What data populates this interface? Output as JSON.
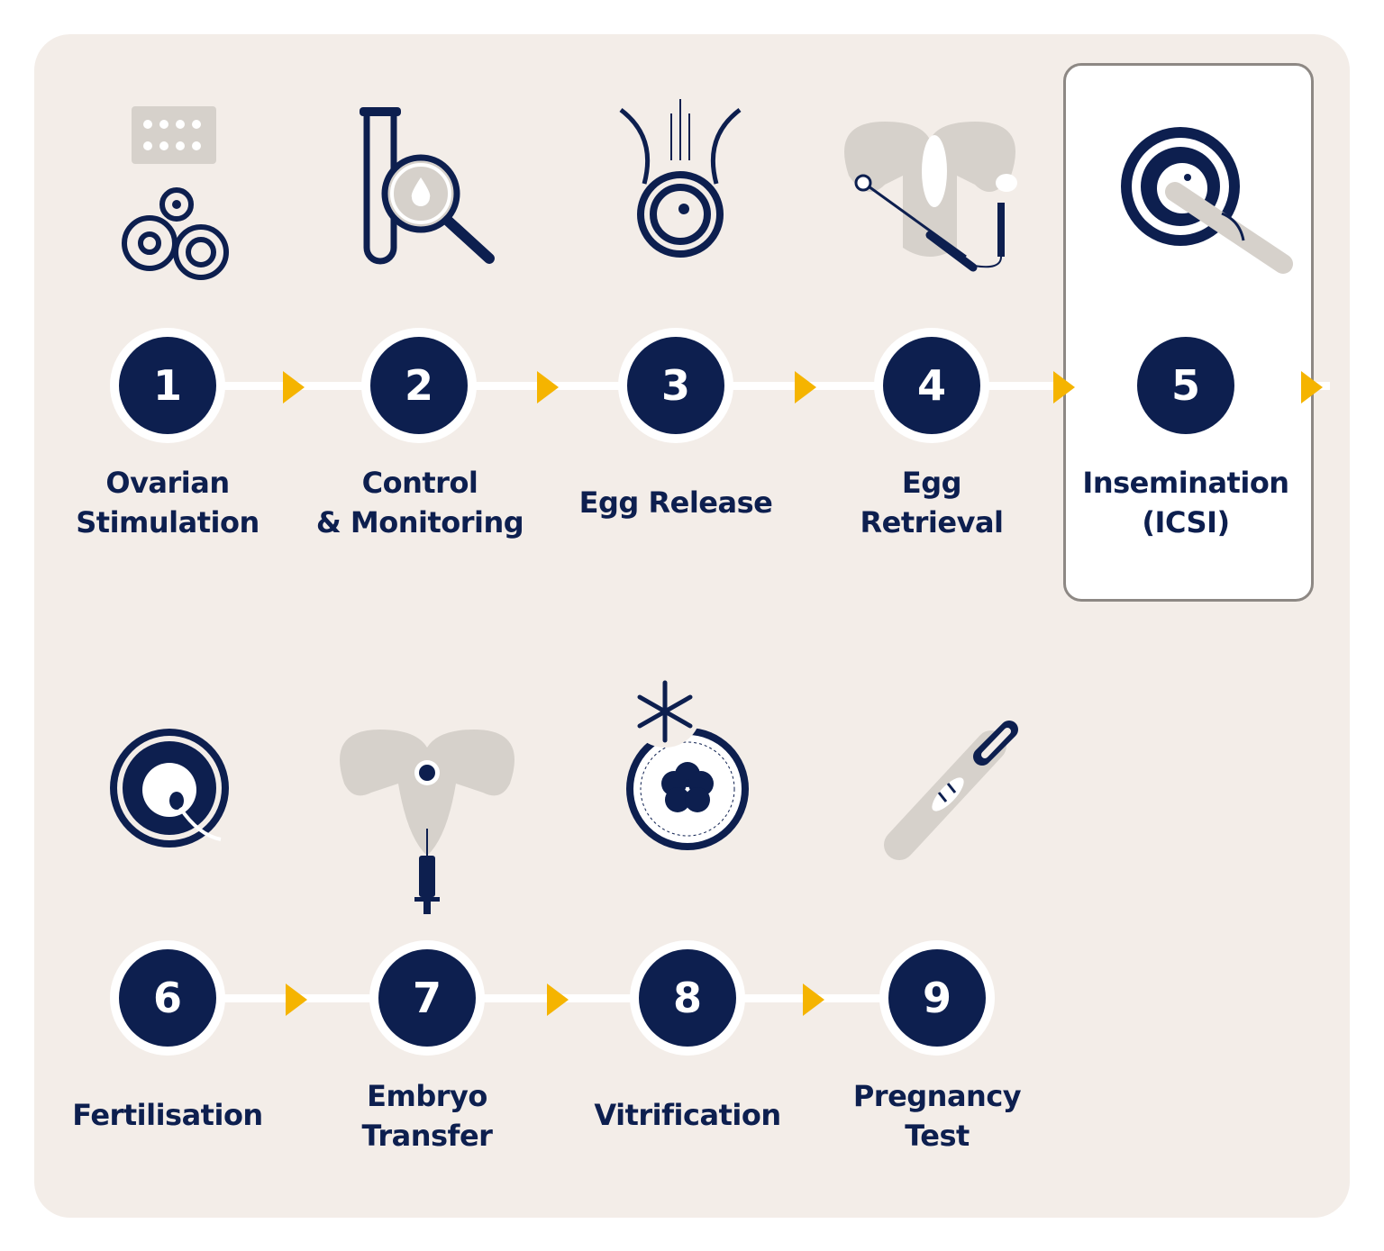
{
  "colors": {
    "background": "#f3ede8",
    "navy": "#0d1f4f",
    "accent_arrow": "#f5b400",
    "icon_gray": "#d6d1cb"
  },
  "steps": [
    {
      "number": "1",
      "line1": "Ovarian",
      "line2": "Stimulation",
      "icon": "ovarian-follicles-pills-icon"
    },
    {
      "number": "2",
      "line1": "Control",
      "line2": "& Monitoring",
      "icon": "test-tube-magnifier-icon"
    },
    {
      "number": "3",
      "line1": "Egg Release",
      "line2": "",
      "icon": "egg-release-icon"
    },
    {
      "number": "4",
      "line1": "Egg",
      "line2": "Retrieval",
      "icon": "uterus-needle-icon"
    },
    {
      "number": "5",
      "line1": "Insemination",
      "line2": "(ICSI)",
      "icon": "icsi-pipette-icon",
      "highlighted": true
    },
    {
      "number": "6",
      "line1": "Fertilisation",
      "line2": "",
      "icon": "egg-sperm-icon"
    },
    {
      "number": "7",
      "line1": "Embryo",
      "line2": "Transfer",
      "icon": "uterus-syringe-icon"
    },
    {
      "number": "8",
      "line1": "Vitrification",
      "line2": "",
      "icon": "frozen-embryo-icon"
    },
    {
      "number": "9",
      "line1": "Pregnancy",
      "line2": "Test",
      "icon": "pregnancy-test-icon"
    }
  ]
}
